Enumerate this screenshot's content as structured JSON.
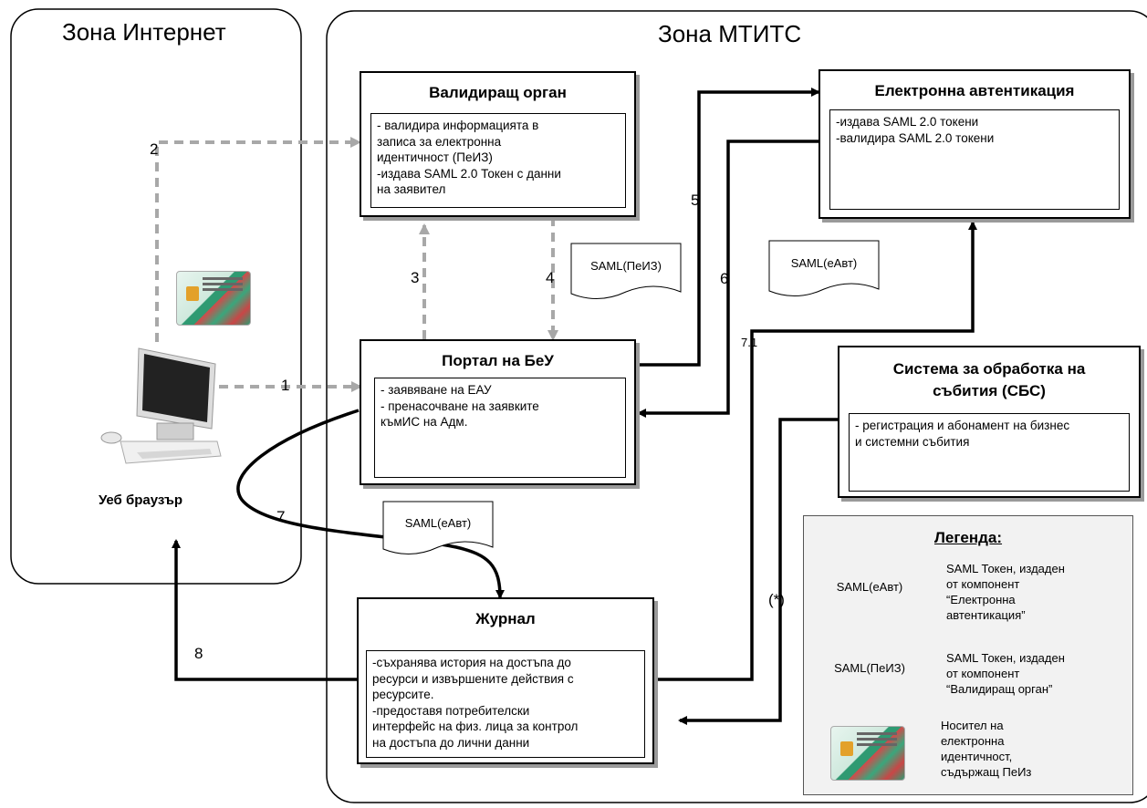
{
  "zones": {
    "internet": "Зона Интернет",
    "mtits": "Зона МТИТС"
  },
  "browser_label": "Уеб браузър",
  "boxes": {
    "validator": {
      "title": "Валидиращ орган",
      "text": "- валидира информацията в\nзаписа за електронна\nидентичност (ПеИЗ)\n-издава SAML 2.0 Токен с данни\nна заявител"
    },
    "eauth": {
      "title": "Електронна автентикация",
      "text": "-издава SAML 2.0 токени\n-валидира SAML 2.0 токени"
    },
    "portal": {
      "title": "Портал на БеУ",
      "text": "- заявяване на ЕАУ\n- пренасочване на заявките\nкъмИС на Адм."
    },
    "sbs": {
      "title": "Система за обработка на\nсъбития (СБС)",
      "text": "- регистрация и абонамент на бизнес\nи системни събития"
    },
    "journal": {
      "title": "Журнал",
      "text": "-съхранява история на достъпа до\nресурси и извършените действия с\nресурсите.\n-предоставя потребителски\nинтерфейс на физ. лица за контрол\nна достъпа до лични данни"
    }
  },
  "arrow_labels": {
    "a1": "1",
    "a2": "2",
    "a3": "3",
    "a4": "4",
    "a5": "5",
    "a6": "6",
    "a7": "7",
    "a71": "7.1",
    "a8": "8",
    "star": "(*)"
  },
  "documents": {
    "doc_peiz": "SAML(ПеИЗ)",
    "doc_eavt1": "SAML(еАвт)",
    "doc_eavt2": "SAML(еАвт)"
  },
  "legend": {
    "title": "Легенда:",
    "doc1": "SAML(еАвт)",
    "text1": "SAML Токен, издаден\nот компонент\n“Електронна\nавтентикация”",
    "doc2": "SAML(ПеИЗ)",
    "text2": "SAML Токен, издаден\nот компонент\n“Валидиращ орган”",
    "text3": "Носител на\nелектронна\nидентичност,\nсъдържащ ПеИз"
  }
}
